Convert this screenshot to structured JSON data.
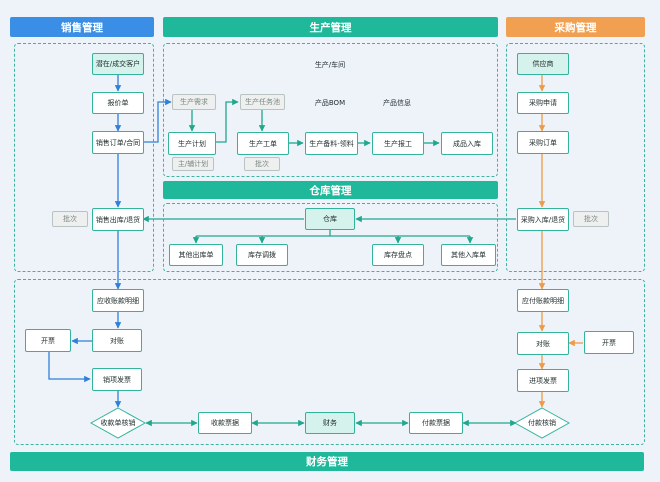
{
  "headers": {
    "sales": "销售管理",
    "production": "生产管理",
    "purchase": "采购管理",
    "warehouse": "仓库管理",
    "finance": "财务管理"
  },
  "sales": {
    "customer": "潜在/成交客户",
    "quote": "报价单",
    "order": "销售订单/合同",
    "outbound": "销售出库/退货",
    "batch": "批次"
  },
  "production": {
    "workshop": "生产/车间",
    "demand": "生产需求",
    "task_pool": "生产任务池",
    "bom": "产品BOM",
    "product_info": "产品信息",
    "plan": "生产计划",
    "work_order": "生产工单",
    "material": "生产备料-领料",
    "report": "生产报工",
    "finished_in": "成品入库",
    "sub_plan": "主/辅计划",
    "batch": "批次"
  },
  "warehouse": {
    "warehouse": "仓库",
    "other_out": "其他出库单",
    "transfer": "库存调拨",
    "stocktake": "库存盘点",
    "other_in": "其他入库单"
  },
  "purchase": {
    "supplier": "供应商",
    "request": "采购申请",
    "order": "采购订单",
    "inbound": "采购入库/退货",
    "batch": "批次"
  },
  "finance": {
    "receivable_detail": "应收账款明细",
    "ar_invoice": "开票",
    "ar_reconcile": "对账",
    "sales_invoice": "销项发票",
    "receipt_verify": "收款单核销",
    "receipt_bill": "收款票据",
    "finance": "财务",
    "payment_bill": "付款票据",
    "payment_verify": "付款核销",
    "payable_detail": "应付账款明细",
    "ap_reconcile": "对账",
    "ap_invoice": "开票",
    "purchase_invoice": "进项发票"
  },
  "colors": {
    "sales_header": "#3a8ee6",
    "production_header": "#20b89a",
    "purchase_header": "#f0a050",
    "region_border": "#3fb3a0",
    "node_border": "#34b39c",
    "blue_arrow": "#2f80d8",
    "teal_arrow": "#20a88e",
    "orange_arrow": "#ef9a46"
  }
}
